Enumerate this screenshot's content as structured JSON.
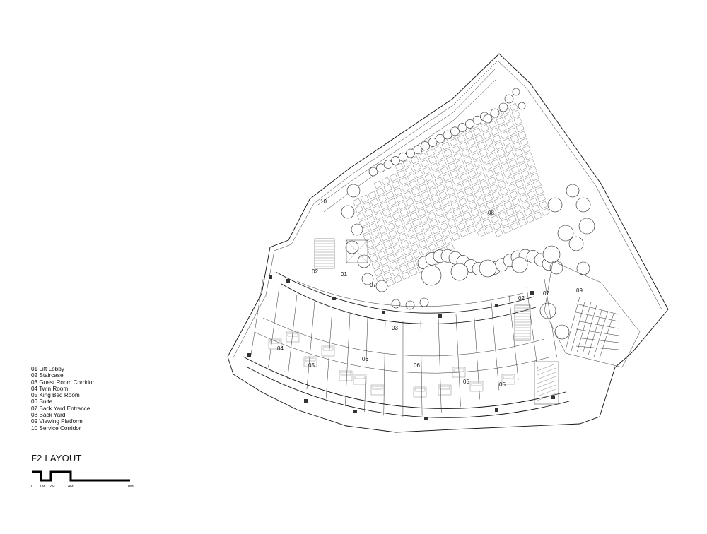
{
  "title": "F2 LAYOUT",
  "legend": [
    "01 Lift Lobby",
    "02 Staircase",
    "03 Guest Room Corridor",
    "04 Twin Room",
    "05 King Bed Room",
    "06 Suite",
    "07 Back Yard Entrance",
    "08 Back Yard",
    "09 Viewing Platform",
    "10 Service Corridor"
  ],
  "scale_bar": {
    "labels": [
      "0",
      "1M",
      "2M",
      "4M",
      "10M"
    ]
  },
  "room_labels": {
    "r01": "01",
    "r02a": "02",
    "r02b": "02",
    "r03": "03",
    "r04": "04",
    "r05a": "05",
    "r05b": "05",
    "r05c": "05",
    "r06a": "06",
    "r06b": "06",
    "r07a": "07",
    "r07b": "07",
    "r08": "08",
    "r09": "09",
    "r10": "10"
  }
}
